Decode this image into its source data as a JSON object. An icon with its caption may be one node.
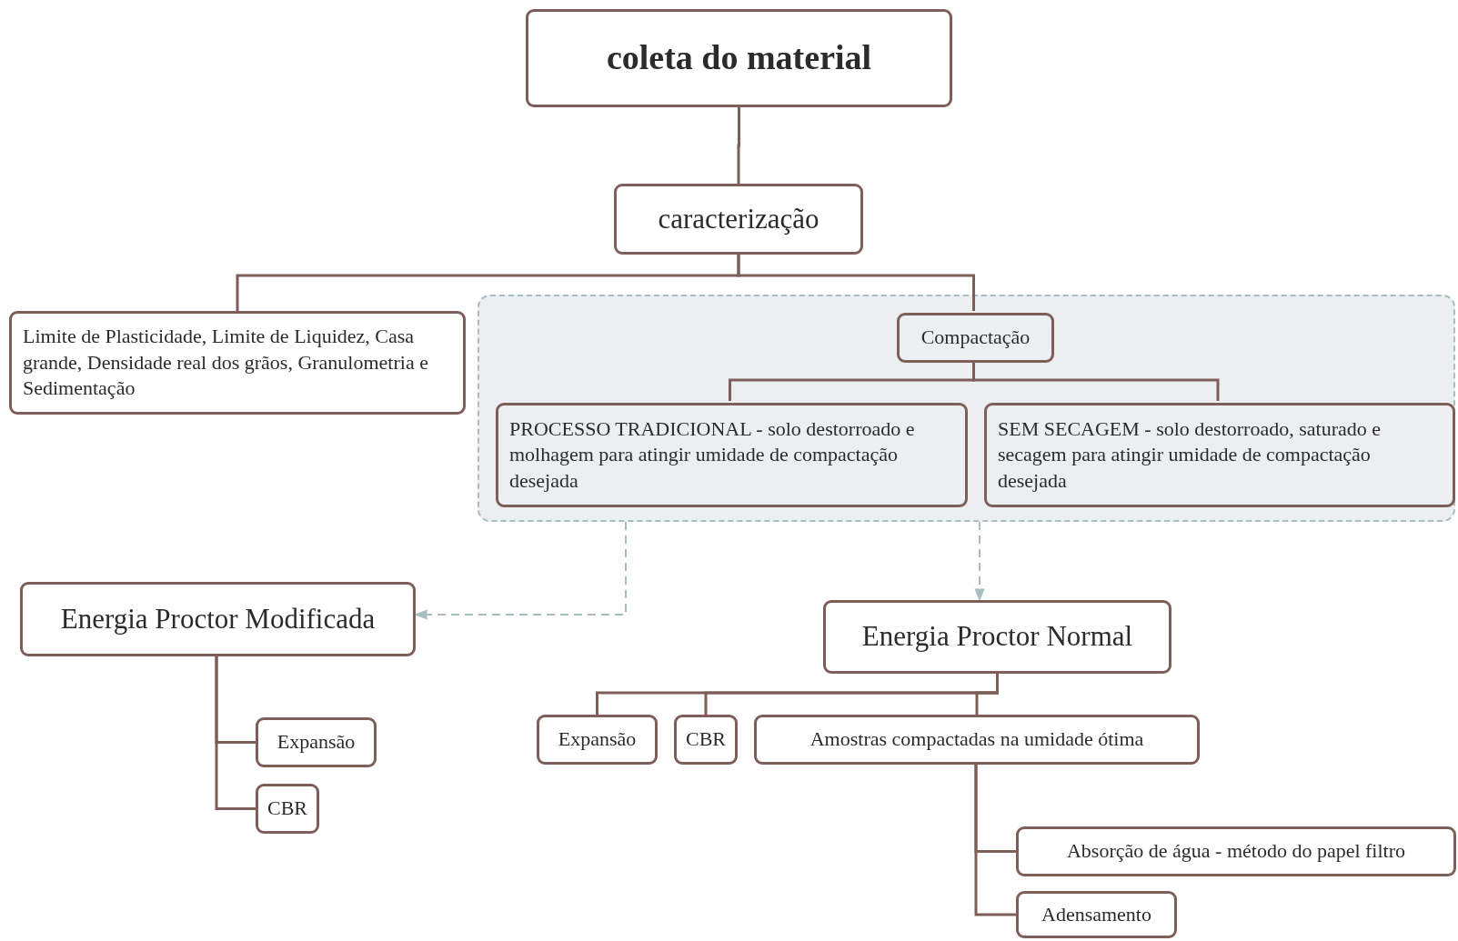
{
  "diagram": {
    "nodes": [
      {
        "text": [
          "coleta do material"
        ]
      },
      {
        "text": [
          "caracterização"
        ]
      },
      {
        "text": [
          "Limite de Plasticidade, Limite de Liquidez, Casa grande, Densidade real dos grãos, Granulometria e Sedimentação"
        ]
      },
      {
        "text": [],
        "shape": "box"
      },
      {
        "text": [
          "Compactação"
        ],
        "in": 3
      },
      {
        "text": [
          "PROCESSO TRADICIONAL - solo destorroado e molhagem para atingir umidade de compactação desejada"
        ],
        "in": 3
      },
      {
        "text": [
          "SEM SECAGEM - solo destorroado, saturado e secagem para atingir umidade de compactação desejada"
        ],
        "in": 3
      },
      {
        "text": [
          "Energia Proctor Modificada"
        ]
      },
      {
        "text": [
          "Energia Proctor Normal"
        ]
      },
      {
        "text": [
          "Expansão"
        ]
      },
      {
        "text": [
          "CBR"
        ]
      },
      {
        "text": [
          "Expansão"
        ]
      },
      {
        "text": [
          "CBR"
        ]
      },
      {
        "text": [
          "Amostras compactadas na umidade ótima"
        ]
      },
      {
        "text": [
          "Absorção de água - método do papel filtro"
        ]
      },
      {
        "text": [
          "Adensamento"
        ]
      }
    ],
    "edges": [
      {
        "from": 0,
        "to": 1,
        "arrow": "none"
      },
      {
        "from": 1,
        "to": 2,
        "arrow": "none"
      },
      {
        "from": 1,
        "to": 4,
        "arrow": "none"
      },
      {
        "from": 4,
        "to": 5,
        "arrow": "none"
      },
      {
        "from": 4,
        "to": 6,
        "arrow": "none"
      },
      {
        "from": 3,
        "to": 7,
        "arrow": "to",
        "style": "dashed",
        "color": "#a9bcc0"
      },
      {
        "from": 3,
        "to": 8,
        "arrow": "to",
        "style": "dashed",
        "color": "#a9bcc0"
      },
      {
        "from": 7,
        "to": 9,
        "arrow": "none"
      },
      {
        "from": 7,
        "to": 10,
        "arrow": "none"
      },
      {
        "from": 8,
        "to": 11,
        "arrow": "none"
      },
      {
        "from": 8,
        "to": 12,
        "arrow": "none"
      },
      {
        "from": 8,
        "to": 13,
        "arrow": "none"
      },
      {
        "from": 13,
        "to": 14,
        "arrow": "none"
      },
      {
        "from": 13,
        "to": 15,
        "arrow": "none"
      }
    ]
  }
}
